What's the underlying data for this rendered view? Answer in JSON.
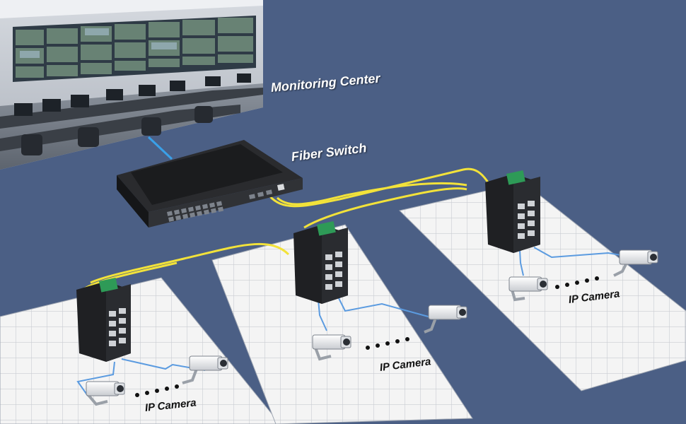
{
  "labels": {
    "monitoring_center": "Monitoring Center",
    "fiber_switch": "Fiber Switch",
    "camera_group_1": "IP Camera",
    "camera_group_2": "IP Camera",
    "camera_group_3": "IP Camera"
  },
  "colors": {
    "background": "#4b5f85",
    "fiber_link": "#f2e23a",
    "ethernet_link": "#5b9be0",
    "uplink": "#3aa0e8",
    "grid_floor": "#f4f4f4",
    "grid_line": "#c9ccd2",
    "switch_body": "#1e1f22",
    "terminal_block": "#2e9a57"
  },
  "icons": {
    "monitoring_center": "control-room-photo",
    "fiber_switch": "rackmount-switch",
    "industrial_switch": "din-rail-switch",
    "camera": "ip-camera",
    "ellipsis": "dots"
  }
}
